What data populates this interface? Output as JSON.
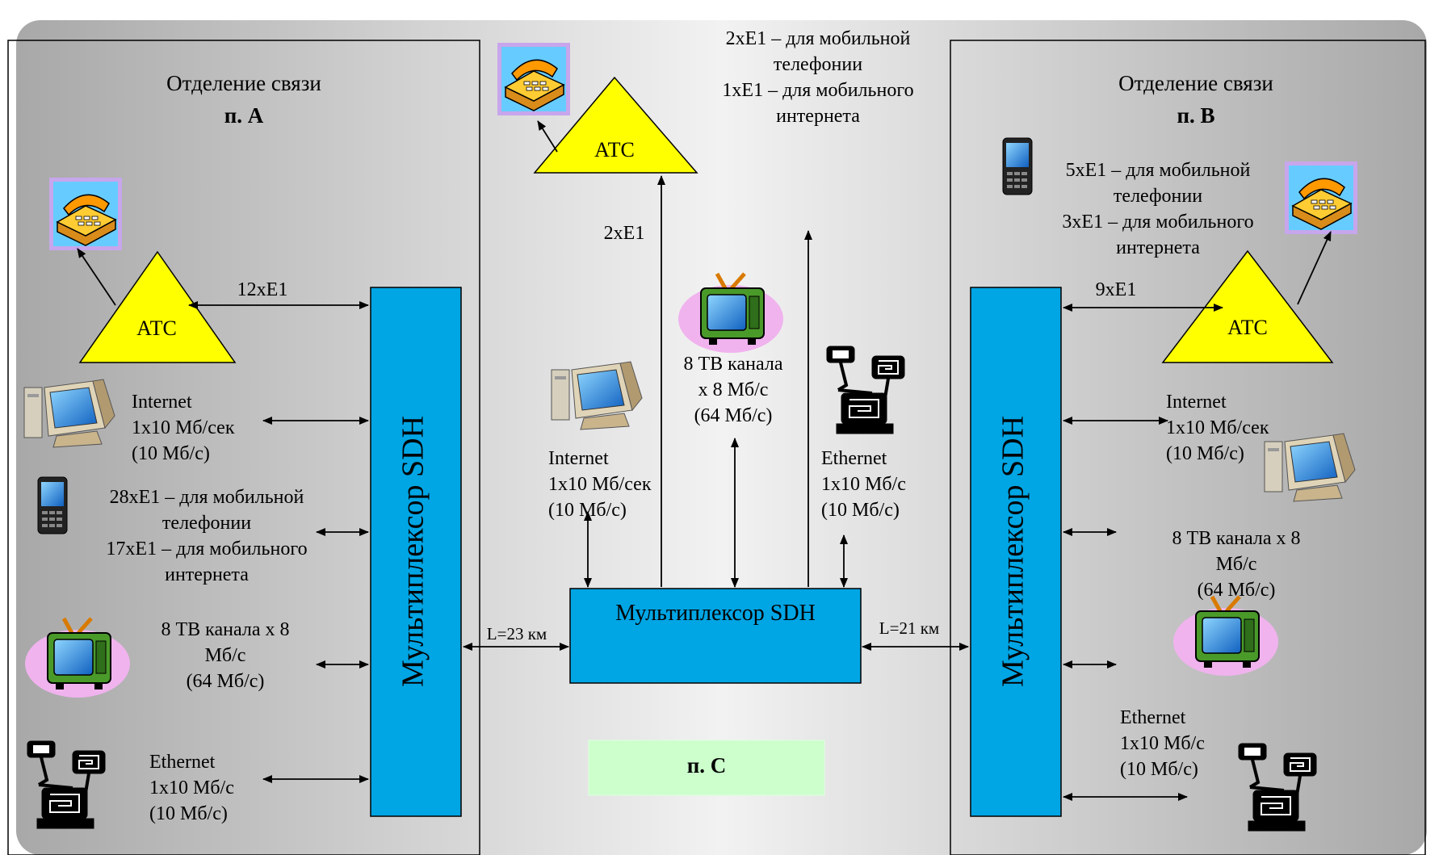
{
  "colors": {
    "background_light": "#f4f4f4",
    "background_dark": "#a6a6a6",
    "multiplexer": "#00a5e4",
    "ats": "#ffff00",
    "point_c_box": "#ccffcc",
    "tv_oval": "#f0b3ee",
    "stroke": "#000000"
  },
  "nodes": {
    "point_a_title": "Отделение связи",
    "point_a_name": "п. А",
    "point_b_title": "Отделение связи",
    "point_b_name": "п. В",
    "point_c_name": "п. С",
    "mux_a_label": "Мультиплексор SDH",
    "mux_b_label": "Мультиплексор SDH",
    "mux_c_label": "Мультиплексор SDH",
    "ats_a": "АТС",
    "ats_b": "АТС",
    "ats_c": "АТС"
  },
  "point_a": {
    "link_ats": "12xE1",
    "internet": [
      "Internet",
      "1x10 Мб/сек",
      "(10 Мб/с)"
    ],
    "mobile": [
      "28xE1 – для мобильной",
      "телефонии",
      "17xE1 – для мобильного",
      "интернета"
    ],
    "tv": [
      "8 ТВ канала х 8",
      "Мб/с",
      "(64 Мб/с)"
    ],
    "ethernet": [
      "Ethernet",
      "1x10 Мб/с",
      "(10 Мб/с)"
    ]
  },
  "point_b": {
    "link_ats": "9xE1",
    "mobile": [
      "5xE1 – для мобильной",
      "телефонии",
      "3xE1 – для мобильного",
      "интернета"
    ],
    "internet": [
      "Internet",
      "1x10 Мб/сек",
      "(10 Мб/с)"
    ],
    "tv": [
      "8 ТВ канала х 8",
      "Мб/с",
      "(64 Мб/с)"
    ],
    "ethernet": [
      "Ethernet",
      "1x10 Мб/с",
      "(10 Мб/с)"
    ]
  },
  "point_c": {
    "mobile": [
      "2xE1 – для мобильной",
      "телефонии",
      "1xE1 – для мобильного",
      "интернета"
    ],
    "link_ats": "2xE1",
    "tv": [
      "8 ТВ канала",
      "х 8 Мб/с",
      "(64 Мб/с)"
    ],
    "internet": [
      "Internet",
      "1x10 Мб/сек",
      "(10 Мб/с)"
    ],
    "ethernet": [
      "Ethernet",
      "1x10 Мб/с",
      "(10 Мб/с)"
    ]
  },
  "links": {
    "a_to_c": "L=23 км",
    "c_to_b": "L=21 км"
  },
  "icons": {
    "phone": "telephone-icon",
    "computer": "computer-icon",
    "mobile": "mobile-phone-icon",
    "tv": "tv-icon",
    "network": "network-workstation-icon"
  }
}
